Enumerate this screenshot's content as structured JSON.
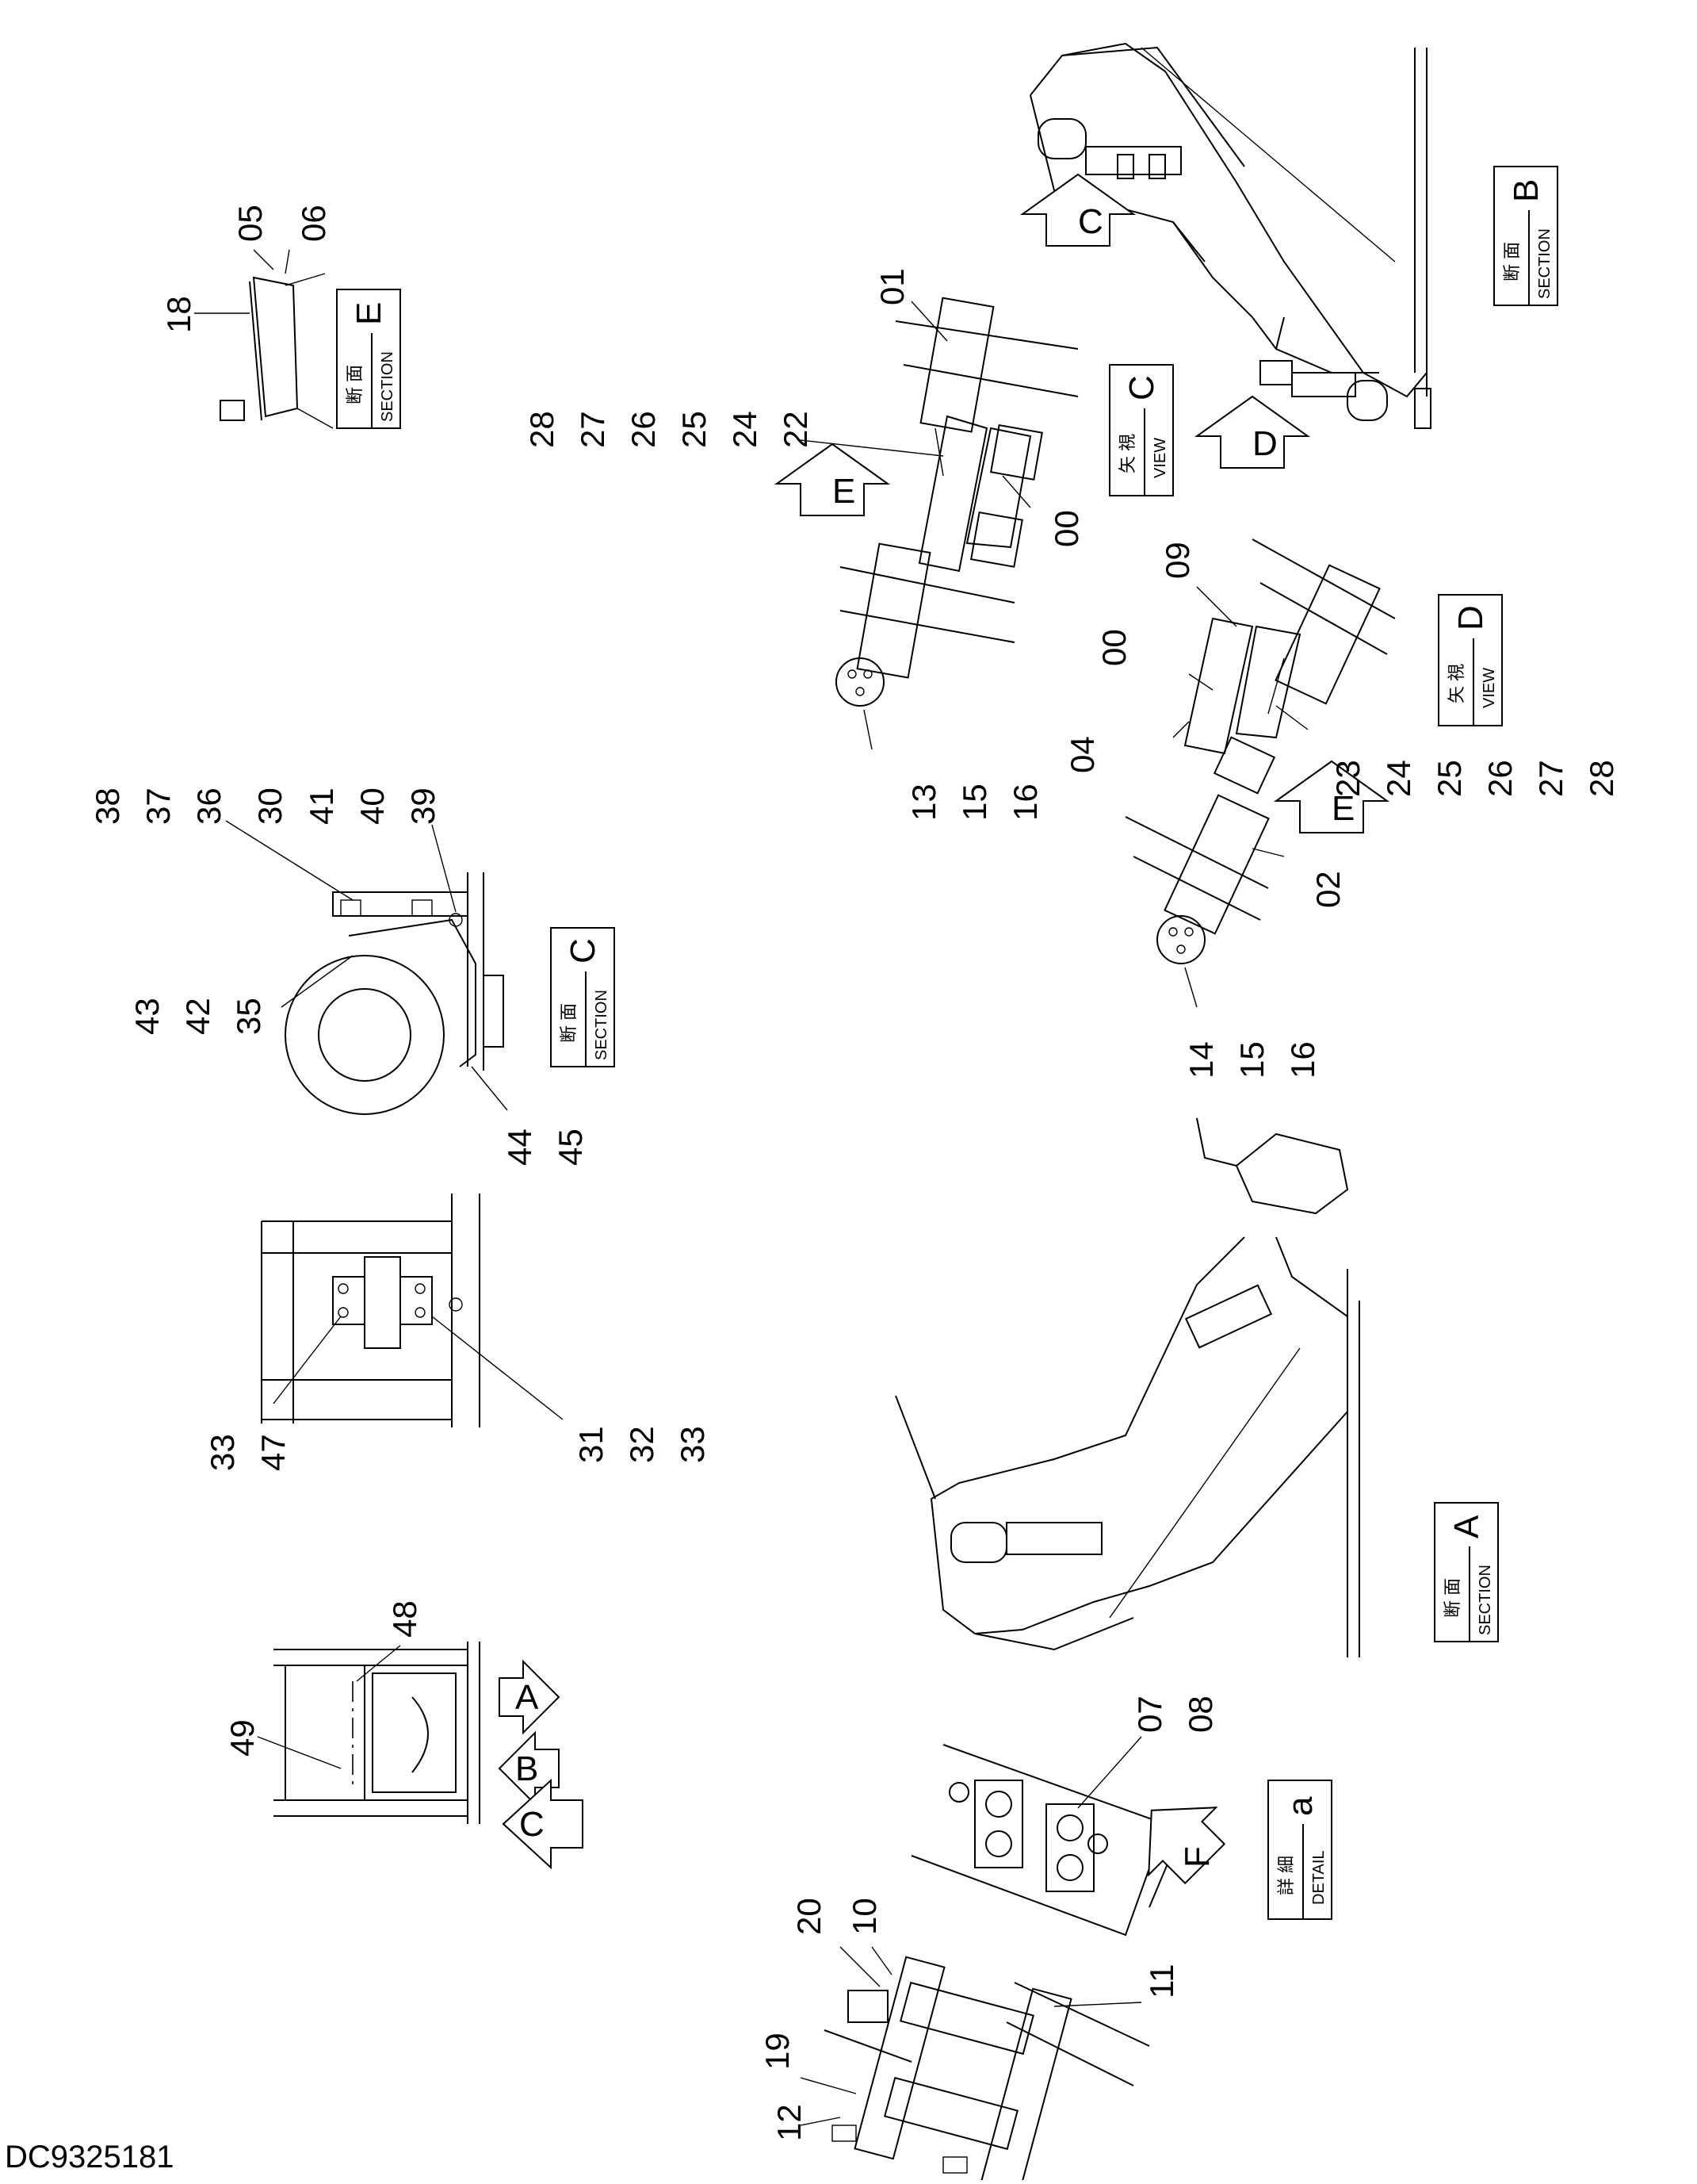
{
  "document_id": "DC9325181",
  "section_labels": [
    {
      "jp": "断 面",
      "en": "SECTION",
      "letter": "B"
    },
    {
      "jp": "断 面",
      "en": "SECTION",
      "letter": "E"
    },
    {
      "jp": "矢 視",
      "en": "VIEW",
      "letter": "C"
    },
    {
      "jp": "矢 視",
      "en": "VIEW",
      "letter": "D"
    },
    {
      "jp": "断 面",
      "en": "SECTION",
      "letter": "C"
    },
    {
      "jp": "断 面",
      "en": "SECTION",
      "letter": "A"
    },
    {
      "jp": "詳 細",
      "en": "DETAIL",
      "letter": "a"
    }
  ],
  "arrow_labels": [
    "C",
    "D",
    "E",
    "E",
    "A",
    "B",
    "C",
    "F"
  ],
  "part_callouts": [
    "05",
    "06",
    "18",
    "01",
    "28",
    "27",
    "26",
    "25",
    "24",
    "22",
    "00",
    "09",
    "00",
    "04",
    "23",
    "24",
    "25",
    "26",
    "27",
    "28",
    "02",
    "13",
    "15",
    "16",
    "14",
    "15",
    "16",
    "38",
    "37",
    "36",
    "30",
    "41",
    "40",
    "39",
    "43",
    "42",
    "35",
    "44",
    "45",
    "33",
    "47",
    "31",
    "32",
    "33",
    "48",
    "49",
    "07",
    "08",
    "20",
    "10",
    "11",
    "19",
    "12"
  ]
}
